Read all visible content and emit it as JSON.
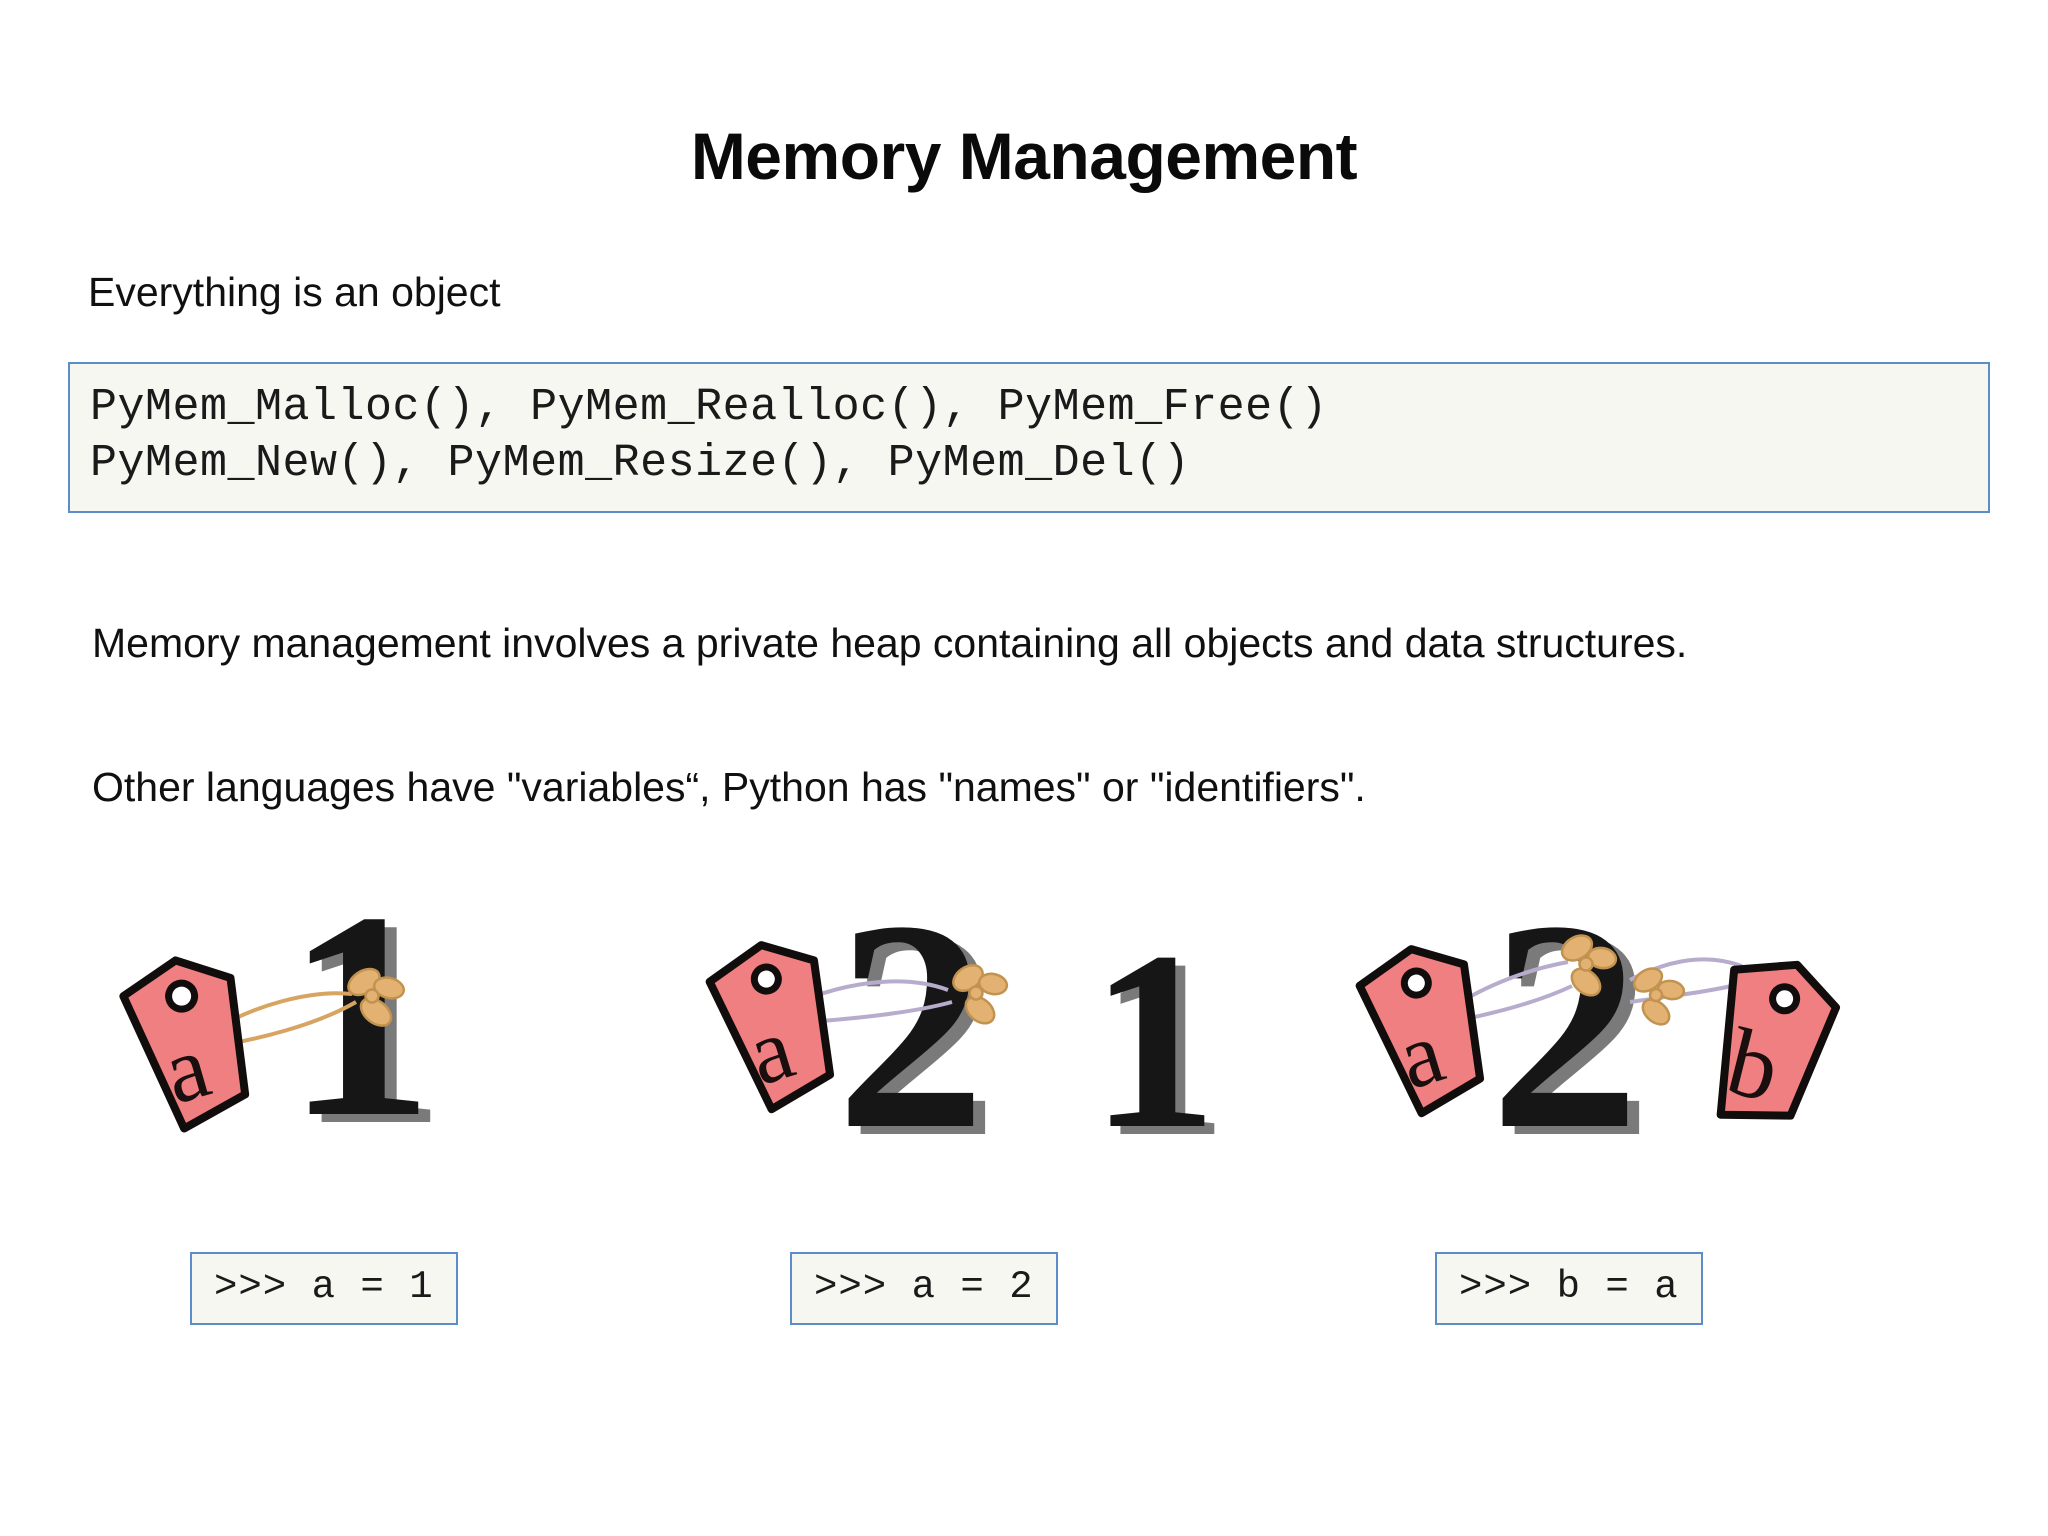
{
  "slide": {
    "title": "Memory Management",
    "lead_line": "Everything is an object",
    "code_block": {
      "line1": "PyMem_Malloc(), PyMem_Realloc(), PyMem_Free()",
      "line2": "PyMem_New(), PyMem_Resize(), PyMem_Del()"
    },
    "paragraphs": {
      "p1": "Memory management involves a private heap containing all objects and data structures.",
      "p2": "Other languages have \"variables“, Python has \"names\" or \"identifiers\"."
    },
    "figures": [
      {
        "caption": ">>> a = 1",
        "value_label": "1",
        "tags": [
          "a"
        ],
        "orphan_label": ""
      },
      {
        "caption": ">>> a = 2",
        "value_label": "2",
        "tags": [
          "a"
        ],
        "orphan_label": "1"
      },
      {
        "caption": ">>> b = a",
        "value_label": "2",
        "tags": [
          "a",
          "b"
        ],
        "orphan_label": ""
      }
    ]
  },
  "colors": {
    "page_background": "#ffffff",
    "text": "#101010",
    "code_border": "#5b8dc8",
    "code_background": "#f7f7f2",
    "tag_fill": "#ef7f80",
    "tag_outline": "#120d0d",
    "string": "#d8a461",
    "numeral": "#141414",
    "numeral_shadow": "#6e6e6e"
  }
}
